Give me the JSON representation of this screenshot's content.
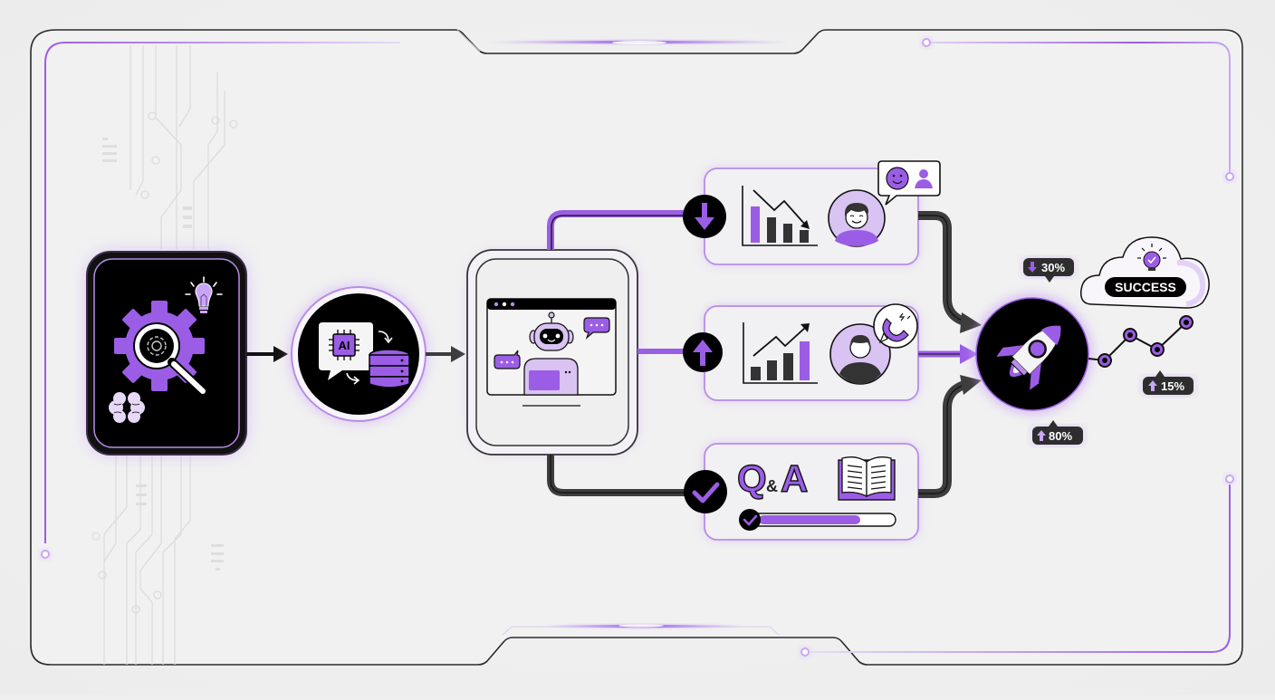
{
  "diagram": {
    "type": "flow",
    "accent_color": "#9b5de5",
    "accent_light": "#c9a6f5",
    "dark_color": "#0a0a0a",
    "line_dark": "#3d3d3d",
    "background": "#efefef"
  },
  "nodes": {
    "input_panel": {
      "icons": [
        "gear-magnifier-icon",
        "lightbulb-icon",
        "brain-icon"
      ]
    },
    "ai_processing": {
      "chip_label": "AI",
      "icons": [
        "ai-chip-chat-icon",
        "database-icon",
        "sync-arrows-icon"
      ]
    },
    "chatbot_screen": {
      "icons": [
        "browser-window-icon",
        "robot-icon",
        "chat-bubble-icon"
      ]
    },
    "branch_cost_reduction": {
      "direction": "down",
      "icons": [
        "arrow-down-icon",
        "declining-bar-chart-icon",
        "happy-customer-avatar-icon",
        "smiley-user-speech-icon"
      ]
    },
    "branch_engagement": {
      "direction": "up",
      "icons": [
        "arrow-up-icon",
        "rising-bar-chart-icon",
        "user-avatar-icon",
        "magnet-icon"
      ]
    },
    "branch_knowledge": {
      "title": "Q&A",
      "title_q": "Q",
      "title_amp": "&",
      "title_a": "A",
      "progress_percent": 72,
      "icons": [
        "checkmark-icon",
        "open-book-icon",
        "progress-bar"
      ]
    },
    "outcome": {
      "icons": [
        "rocket-icon",
        "trend-line-icon",
        "success-cloud-icon"
      ],
      "success_label": "SUCCESS"
    }
  },
  "metrics": [
    {
      "id": "reduction",
      "direction": "down",
      "label": "30%"
    },
    {
      "id": "growth_small",
      "direction": "up",
      "label": "15%"
    },
    {
      "id": "growth_large",
      "direction": "up",
      "label": "80%"
    }
  ],
  "chart_data": {
    "type": "line",
    "title": "",
    "x": [
      1,
      2,
      3,
      4
    ],
    "values": [
      1,
      3,
      2,
      4
    ],
    "annotations": [
      "↓30%",
      "↑15%",
      "↑80%",
      "SUCCESS"
    ]
  }
}
